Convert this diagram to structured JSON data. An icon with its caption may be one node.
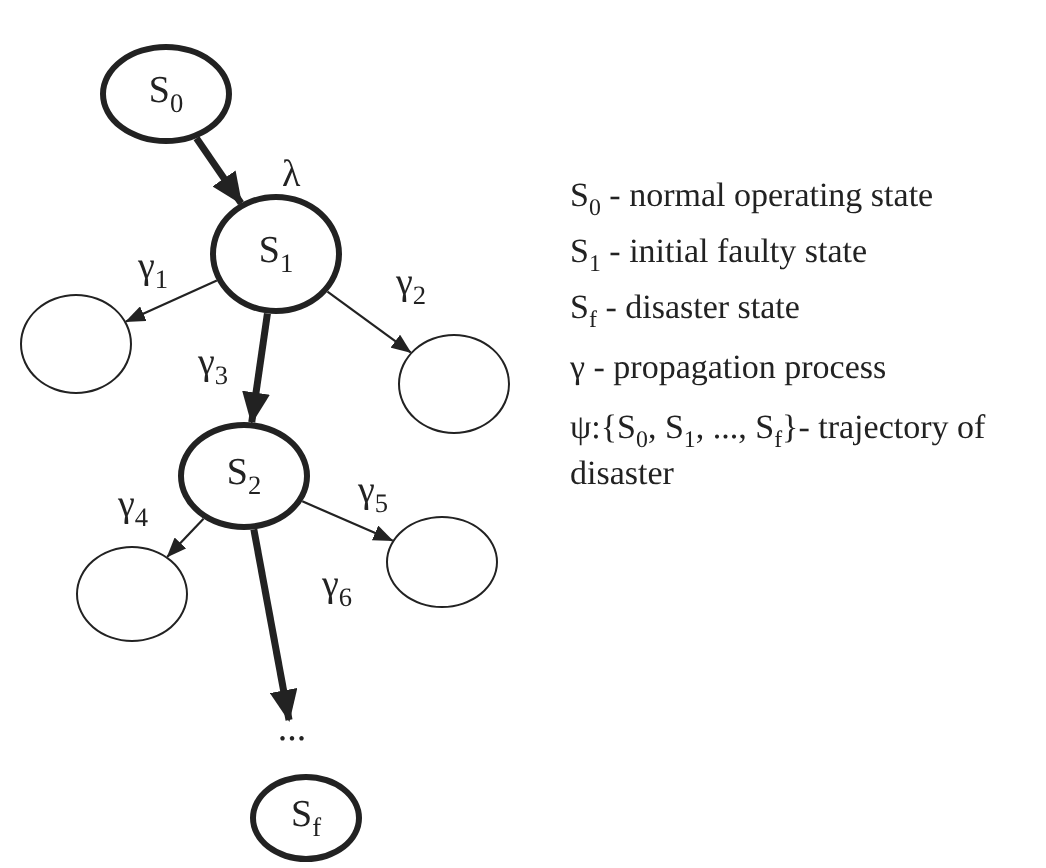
{
  "diagram": {
    "nodes": [
      {
        "text": [
          "S$_{0}$"
        ]
      },
      {
        "text": [
          "S$_{1}$"
        ]
      },
      {
        "text": [],
        "shape": "circle"
      },
      {
        "text": [],
        "shape": "circle"
      },
      {
        "text": [
          "S$_{2}$"
        ]
      },
      {
        "text": [],
        "shape": "circle"
      },
      {
        "text": [],
        "shape": "circle"
      },
      {
        "text": [
          "..."
        ]
      },
      {
        "text": [
          "S$_{f}$"
        ]
      }
    ],
    "edges": [
      {
        "from": 0,
        "to": 1,
        "arrow": "to",
        "label": "λ",
        "style": "thick"
      },
      {
        "from": 1,
        "to": 2,
        "arrow": "to",
        "label": "γ$_{1}$"
      },
      {
        "from": 1,
        "to": 3,
        "arrow": "to",
        "label": "γ$_{2}$"
      },
      {
        "from": 1,
        "to": 4,
        "arrow": "to",
        "label": "γ$_{3}$",
        "style": "thick"
      },
      {
        "from": 4,
        "to": 5,
        "arrow": "to",
        "label": "γ$_{4}$"
      },
      {
        "from": 4,
        "to": 6,
        "arrow": "to",
        "label": "γ$_{5}$"
      },
      {
        "from": 4,
        "to": 7,
        "arrow": "to",
        "label": "γ$_{6}$",
        "style": "thick"
      }
    ],
    "labels": [
      "S$_{0}$ - normal operating state",
      "S$_{1}$ - initial faulty state",
      "S$_{f}$ - disaster state",
      "γ - propagation process",
      "ψ:{S$_{0}$, S$_{1}$, ..., S$_{f}$}- trajectory of disaster"
    ]
  }
}
